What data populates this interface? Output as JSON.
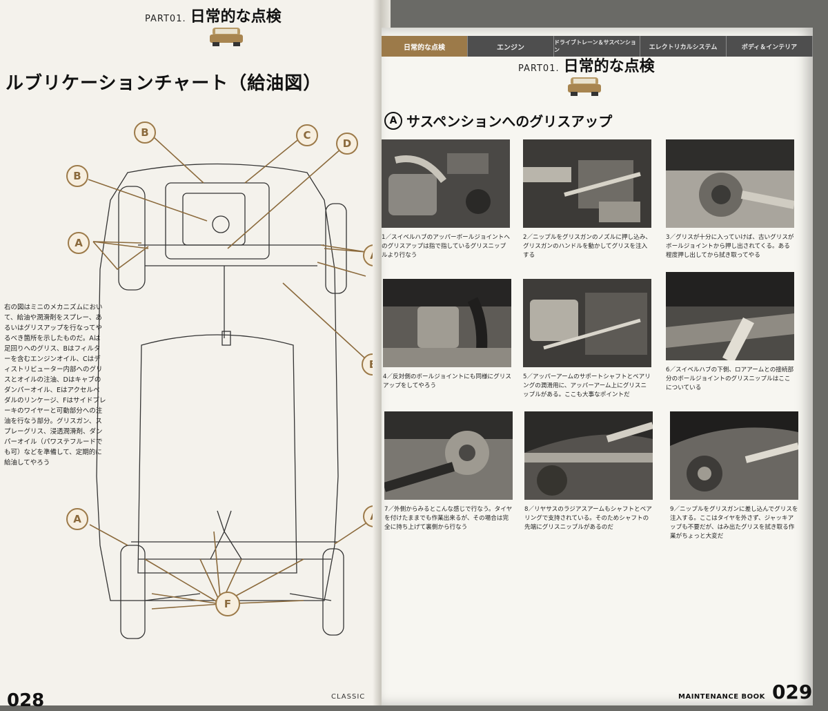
{
  "left_page": {
    "part_number": "PART01.",
    "part_title": "日常的な点検",
    "title": "ルブリケーションチャート（給油図）",
    "body_text": "右の図はミニのメカニズムにおいて、給油や潤滑剤をスプレー、あるいはグリスアップを行なってやるべき箇所を示したものだ。Aは足回りへのグリス、Bはフィルターを含むエンジンオイル、Cはディストリビューター内部へのグリスとオイルの注油、Dはキャブのダンパーオイル、Eはアクセルペダルのリンケージ、Fはサイドブレーキのワイヤーと可動部分への注油を行なう部分。グリスガン、スプレーグリス、浸透潤滑剤、ダンパーオイル（パワステフルードでも可）などを準備して、定期的に給油してやろう",
    "callouts": [
      "A",
      "A",
      "A",
      "A",
      "B",
      "B",
      "C",
      "D",
      "E",
      "F"
    ],
    "folio": "028",
    "edge_text": "CLASSIC"
  },
  "right_page": {
    "tabs": [
      {
        "label": "日常的な点検",
        "active": true
      },
      {
        "label": "エンジン",
        "active": false
      },
      {
        "label": "ドライブトレーン＆サスペンション",
        "active": false
      },
      {
        "label": "エレクトリカルシステム",
        "active": false
      },
      {
        "label": "ボディ＆インテリア",
        "active": false
      }
    ],
    "part_number": "PART01.",
    "part_title": "日常的な点検",
    "heading_letter": "A",
    "heading": "サスペンションへのグリスアップ",
    "photos": [
      {
        "caption": "1／スイベルハブのアッパーボールジョイントへのグリスアップは指で指しているグリスニップルより行なう"
      },
      {
        "caption": "2／ニップルをグリスガンのノズルに押し込み、グリスガンのハンドルを動かしてグリスを注入する"
      },
      {
        "caption": "3／グリスが十分に入っていけば、古いグリスがボールジョイントから押し出されてくる。ある程度押し出してから拭き取ってやる"
      },
      {
        "caption": "4／反対側のボールジョイントにも同様にグリスアップをしてやろう"
      },
      {
        "caption": "5／アッパーアームのサポートシャフトとベアリングの潤滑用に、アッパーアーム上にグリスニップルがある。ここも大事なポイントだ"
      },
      {
        "caption": "6／スイベルハブの下側、ロアアームとの接続部分のボールジョイントのグリスニップルはここについている"
      },
      {
        "caption": "7／外側からみるとこんな感じで行なう。タイヤを付けたままでも作業出来るが、その場合は完全に持ち上げて裏側から行なう"
      },
      {
        "caption": "8／リヤサスのラジアスアームもシャフトとベアリングで支持されている。そのためシャフトの先端にグリスニップルがあるのだ"
      },
      {
        "caption": "9／ニップルをグリスガンに差し込んでグリスを注入する。ここはタイヤを外さず、ジャッキアップも不要だが、はみ出たグリスを拭き取る作業がちょっと大変だ"
      }
    ],
    "footer_label": "MAINTENANCE BOOK",
    "folio": "029"
  },
  "colors": {
    "accent": "#9c7a49",
    "tab_dark": "#4e4e4e",
    "paper": "#f7f6f1"
  }
}
